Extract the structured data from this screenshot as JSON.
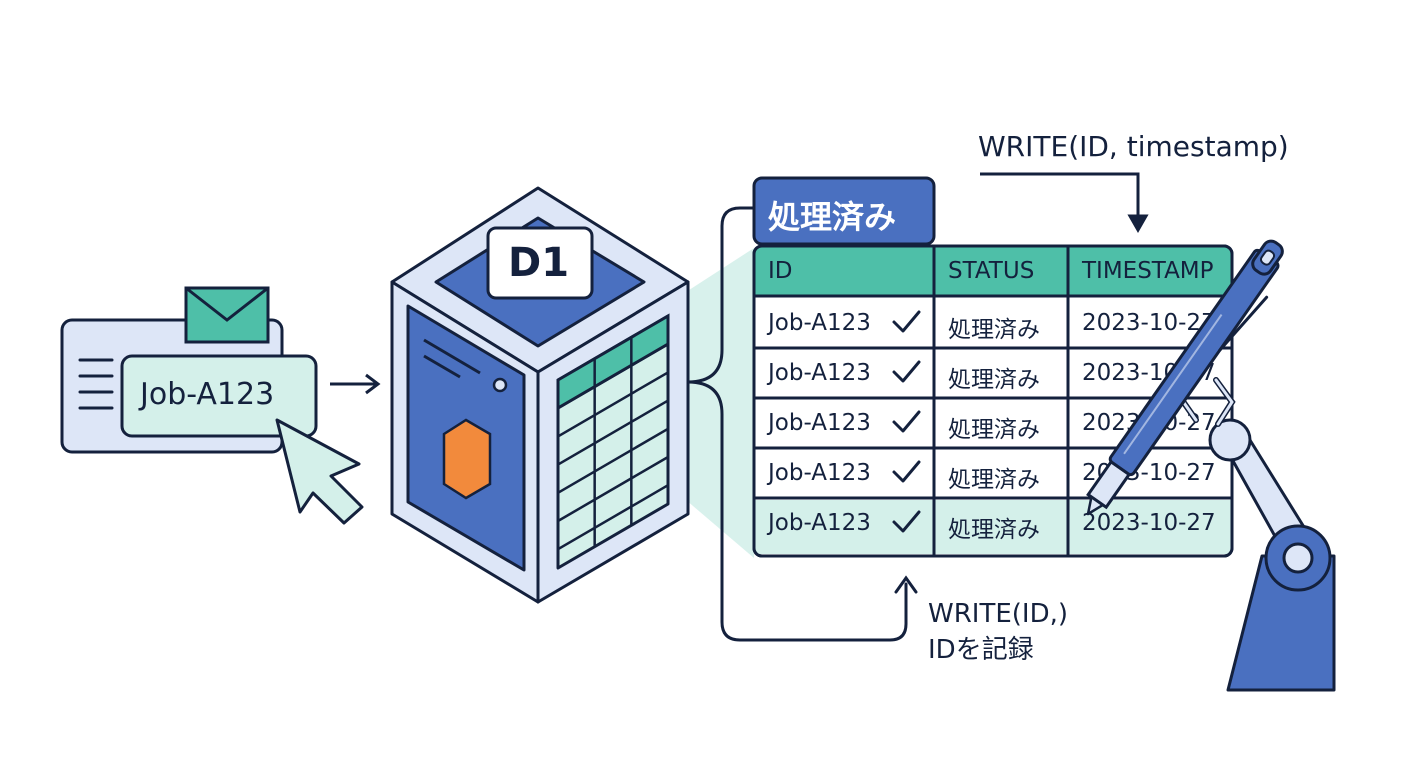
{
  "palette": {
    "navy": "#14213d",
    "blue": "#4a70c0",
    "light_blue": "#dde6f7",
    "teal": "#4ebfa8",
    "mint": "#d4f0ea",
    "orange": "#f28a3c"
  },
  "icons": [
    "envelope-icon",
    "list-lines-icon",
    "mouse-cursor-icon",
    "database-server-icon",
    "checkmark-icon",
    "pen-icon",
    "robot-arm-icon"
  ],
  "job_card": {
    "label": "Job-A123"
  },
  "database": {
    "label": "D1"
  },
  "table": {
    "tab_label": "処理済み",
    "columns": [
      "ID",
      "STATUS",
      "TIMESTAMP"
    ],
    "rows": [
      {
        "id": "Job-A123",
        "status": "処理済み",
        "timestamp": "2023-10-27"
      },
      {
        "id": "Job-A123",
        "status": "処理済み",
        "timestamp": "2023-10-27"
      },
      {
        "id": "Job-A123",
        "status": "処理済み",
        "timestamp": "2023-10-27"
      },
      {
        "id": "Job-A123",
        "status": "処理済み",
        "timestamp": "2023-10-27"
      },
      {
        "id": "Job-A123",
        "status": "処理済み",
        "timestamp": "2023-10-27"
      }
    ]
  },
  "annotations": {
    "top": "WRITE(ID, timestamp)",
    "bottom_line1": "WRITE(ID,)",
    "bottom_line2": "IDを記録"
  }
}
